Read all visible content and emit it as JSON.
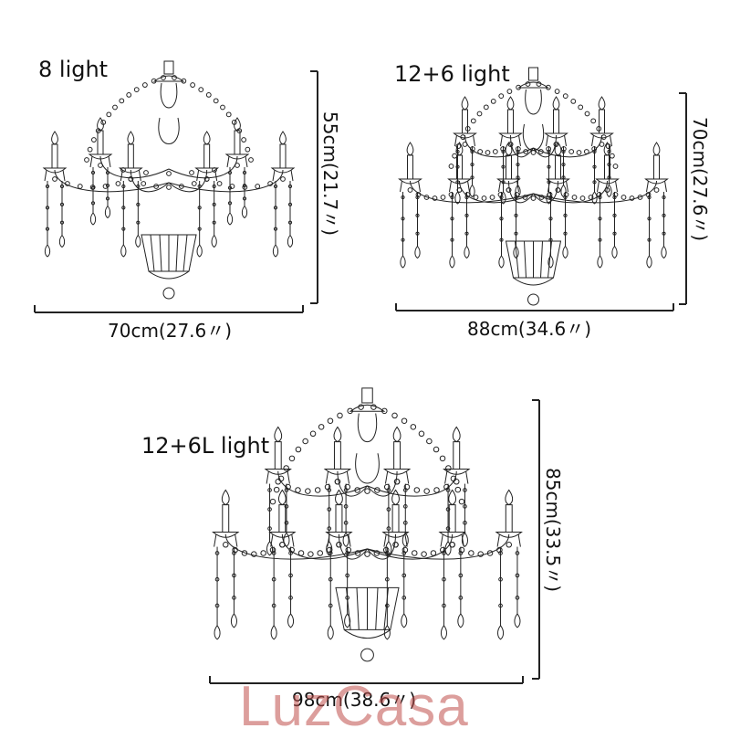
{
  "items": [
    {
      "title": "8 light",
      "width_label": "70cm(27.6〃)",
      "height_label": "55cm(21.7〃)"
    },
    {
      "title": "12+6 light",
      "width_label": "88cm(34.6〃)",
      "height_label": "70cm(27.6〃)"
    },
    {
      "title": "12+6L light",
      "width_label": "98cm(38.6〃)",
      "height_label": "85cm(33.5〃)"
    }
  ],
  "watermark": "LuzCasa",
  "colors": {
    "line": "#222222",
    "watermark": "#c0504d"
  }
}
